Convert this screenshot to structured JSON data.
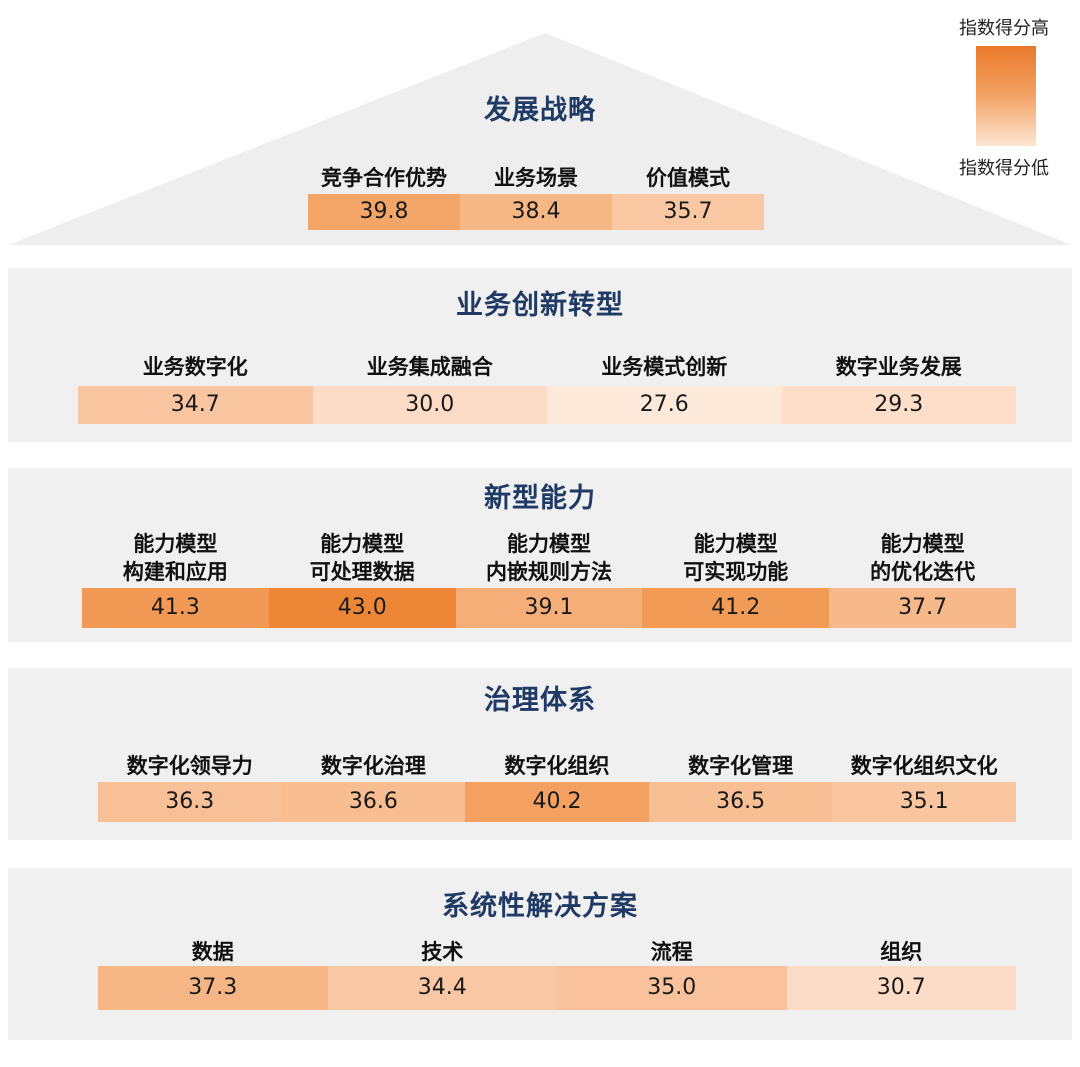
{
  "legend": {
    "high": "指数得分高",
    "low": "指数得分低"
  },
  "sections": [
    {
      "title": "发展战略",
      "items": [
        {
          "label": [
            "竞争合作优势"
          ],
          "value": "39.8",
          "color": "#f4a568"
        },
        {
          "label": [
            "业务场景"
          ],
          "value": "38.4",
          "color": "#f7b784"
        },
        {
          "label": [
            "价值模式"
          ],
          "value": "35.7",
          "color": "#f9c8a2"
        }
      ]
    },
    {
      "title": "业务创新转型",
      "items": [
        {
          "label": [
            "业务数字化"
          ],
          "value": "34.7",
          "color": "#f9c4a0"
        },
        {
          "label": [
            "业务集成融合"
          ],
          "value": "30.0",
          "color": "#fcdcc6"
        },
        {
          "label": [
            "业务模式创新"
          ],
          "value": "27.6",
          "color": "#fde9da"
        },
        {
          "label": [
            "数字业务发展"
          ],
          "value": "29.3",
          "color": "#fcdec9"
        }
      ]
    },
    {
      "title": "新型能力",
      "items": [
        {
          "label": [
            "能力模型",
            "构建和应用"
          ],
          "value": "41.3",
          "color": "#f29a55"
        },
        {
          "label": [
            "能力模型",
            "可处理数据"
          ],
          "value": "43.0",
          "color": "#ee8638"
        },
        {
          "label": [
            "能力模型",
            "内嵌规则方法"
          ],
          "value": "39.1",
          "color": "#f5ae78"
        },
        {
          "label": [
            "能力模型",
            "可实现功能"
          ],
          "value": "41.2",
          "color": "#f29b57"
        },
        {
          "label": [
            "能力模型",
            "的优化迭代"
          ],
          "value": "37.7",
          "color": "#f7b88a"
        }
      ]
    },
    {
      "title": "治理体系",
      "items": [
        {
          "label": [
            "数字化领导力"
          ],
          "value": "36.3",
          "color": "#f8c097"
        },
        {
          "label": [
            "数字化治理"
          ],
          "value": "36.6",
          "color": "#f8bd91"
        },
        {
          "label": [
            "数字化组织"
          ],
          "value": "40.2",
          "color": "#f3a061"
        },
        {
          "label": [
            "数字化管理"
          ],
          "value": "36.5",
          "color": "#f8be94"
        },
        {
          "label": [
            "数字化组织文化"
          ],
          "value": "35.1",
          "color": "#f9c6a0"
        }
      ]
    },
    {
      "title": "系统性解决方案",
      "items": [
        {
          "label": [
            "数据"
          ],
          "value": "37.3",
          "color": "#f6b584"
        },
        {
          "label": [
            "技术"
          ],
          "value": "34.4",
          "color": "#f9c7a3"
        },
        {
          "label": [
            "流程"
          ],
          "value": "35.0",
          "color": "#f9c29c"
        },
        {
          "label": [
            "组织"
          ],
          "value": "30.7",
          "color": "#fcdcc6"
        }
      ]
    }
  ]
}
